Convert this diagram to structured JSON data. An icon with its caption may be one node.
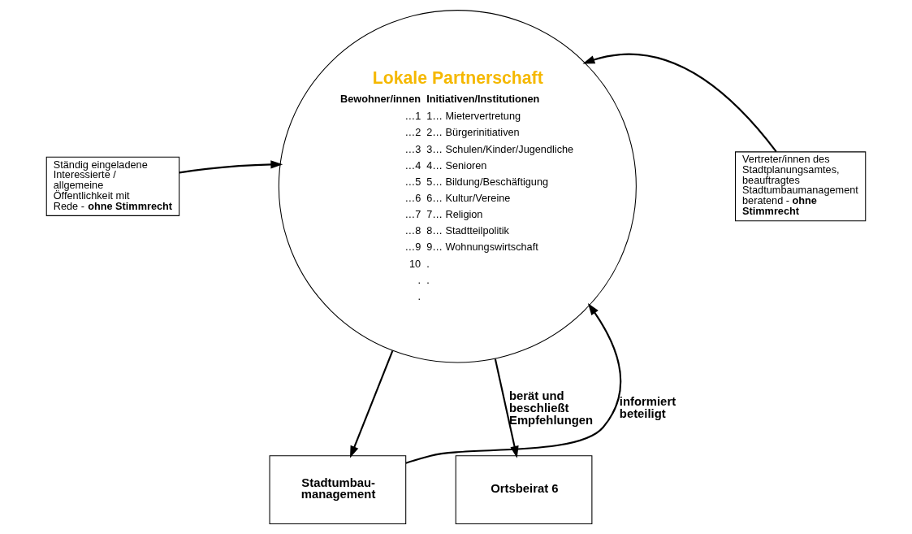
{
  "diagram": {
    "nodes": [
      {
        "text": [
          "Ständig eingeladene Interessierte / allgemeine Öffentlichkeit mit Rede - **ohne Stimmrecht**"
        ]
      },
      {
        "text": [
          "Lokale Partnerschaft",
          "Bewohner/innen",
          "Initiativen/Institutionen",
          "…1",
          "1… Mietervertretung",
          "…2",
          "2… Bürgerinitiativen",
          "…3",
          "3… Schulen/Kinder/Jugendliche",
          "…4",
          "4… Senioren",
          "…5",
          "5… Bildung/Beschäftigung",
          "…6",
          "6… Kultur/Vereine",
          "…7",
          "7… Religion",
          "…8",
          "8… Stadtteilpolitik",
          "…9",
          "9… Wohnungswirtschaft",
          "10",
          ".",
          ".",
          ".",
          "."
        ]
      },
      {
        "text": [
          "Vertreter/innen des Stadtplanungsamtes, beauftragtes Stadtumbaumanagement beratend - **ohne Stimmrecht**"
        ]
      },
      {
        "text": [
          "Stadtumbau- management"
        ]
      },
      {
        "text": [
          "Ortsbeirat 6"
        ]
      }
    ],
    "edges": [
      {
        "from": 0,
        "to": 1,
        "arrow": "to"
      },
      {
        "from": 2,
        "to": 1,
        "arrow": "to"
      },
      {
        "from": 3,
        "to": 1,
        "arrow": "to",
        "label": "informiert beteiligt"
      },
      {
        "from": 1,
        "to": 3,
        "arrow": "to"
      },
      {
        "from": 1,
        "to": 4,
        "arrow": "to",
        "label": "berät und beschließt Empfehlungen"
      }
    ]
  }
}
